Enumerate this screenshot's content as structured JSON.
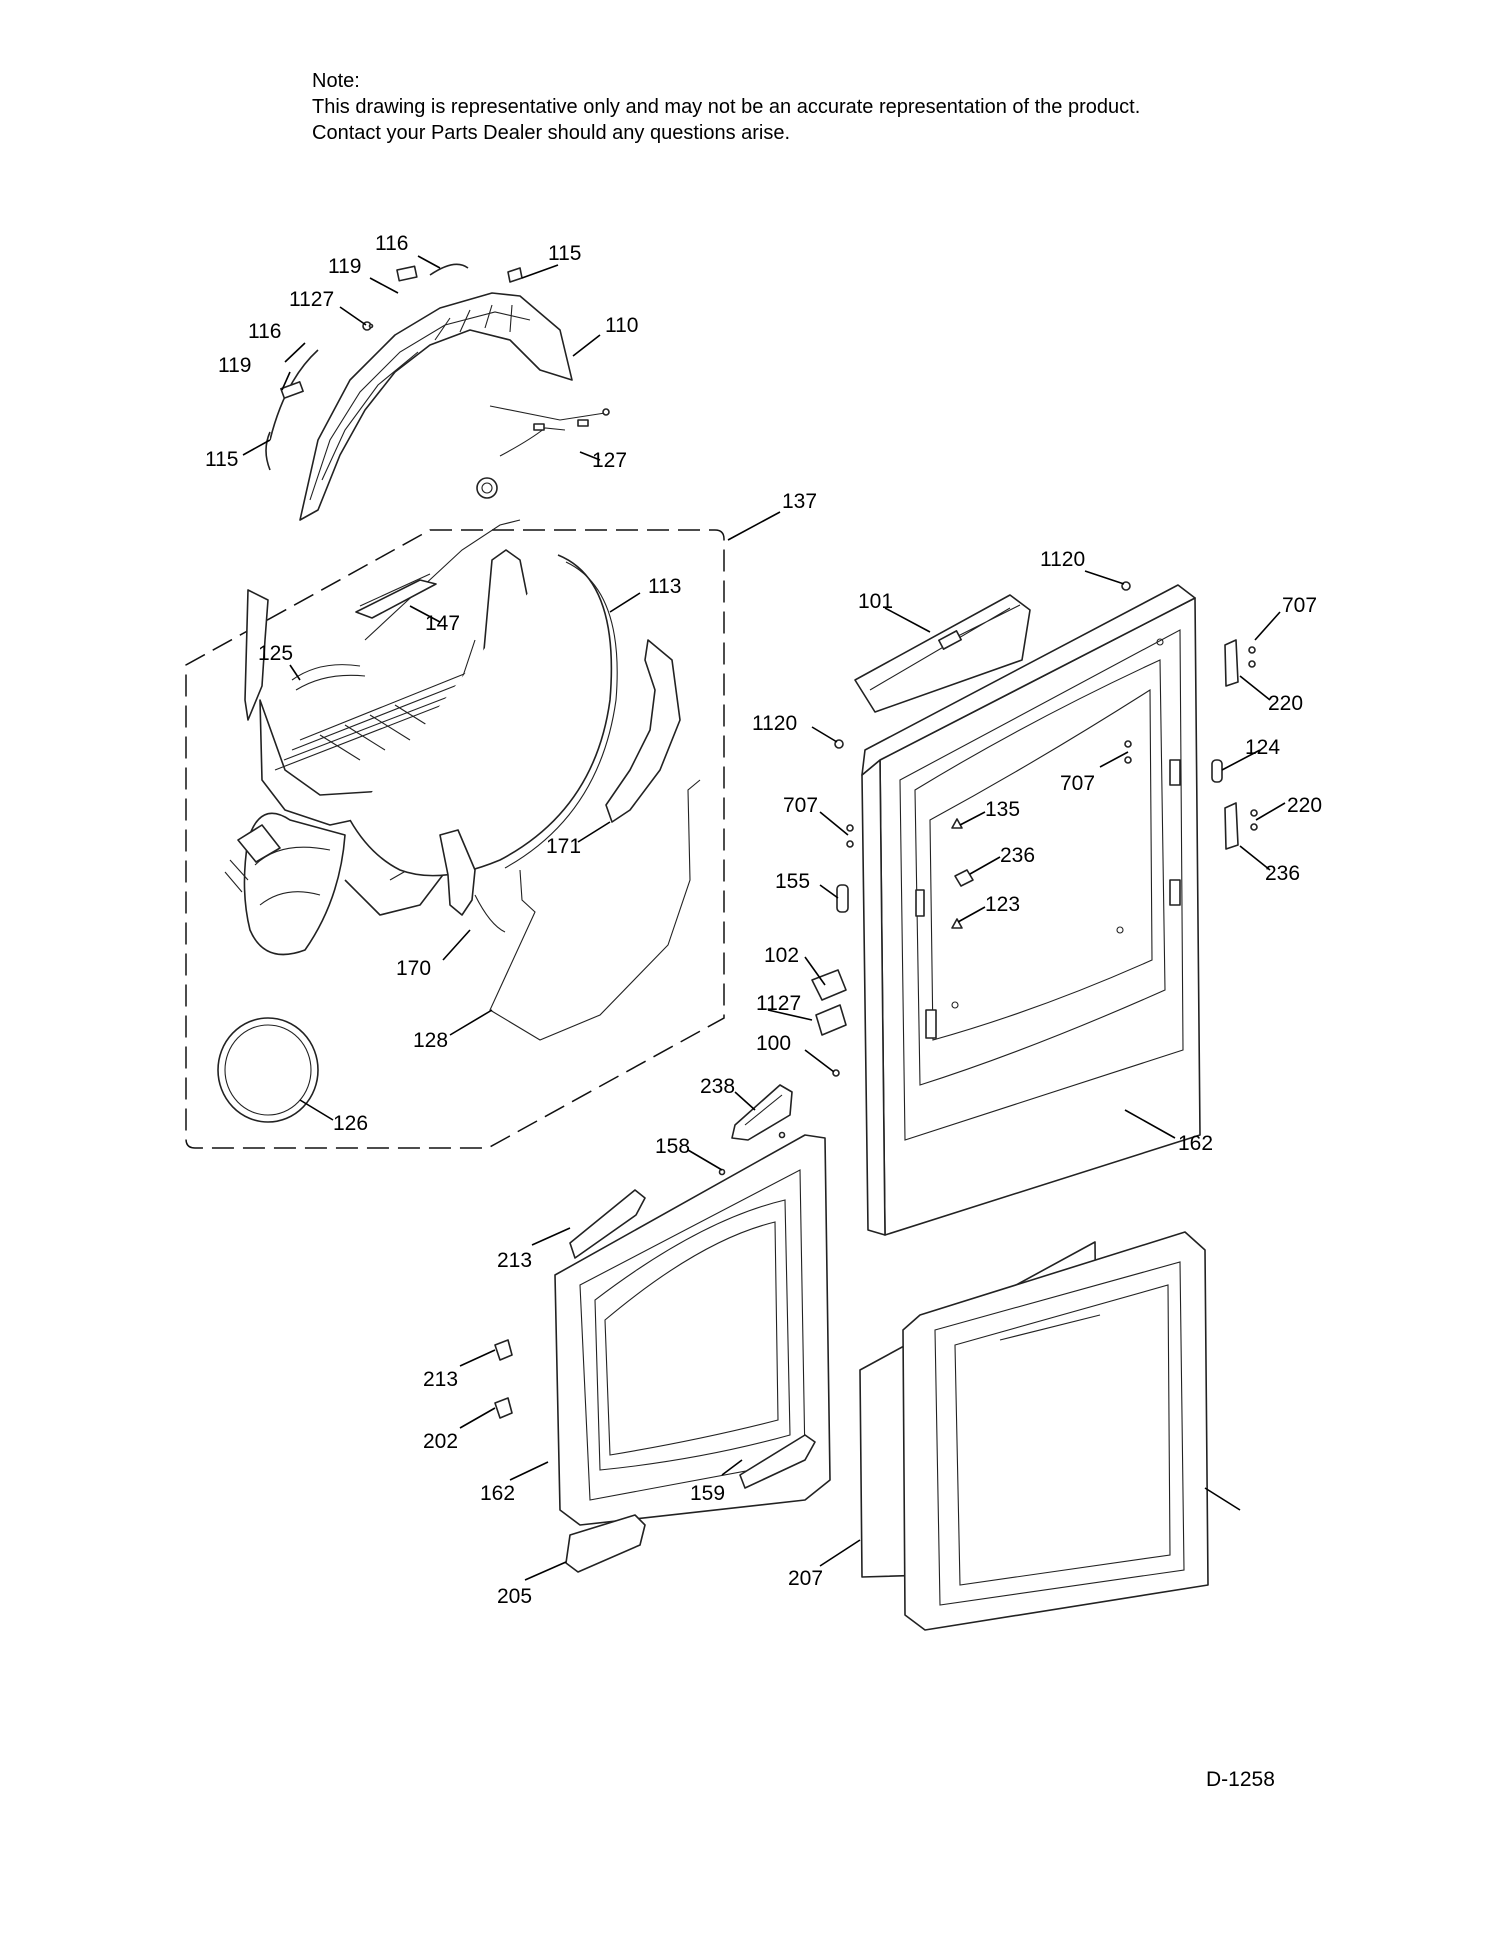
{
  "note": {
    "heading": "Note:",
    "line1": "This drawing is representative only and may not be an accurate representation of the product.",
    "line2": "Contact your Parts Dealer should any questions arise."
  },
  "diagram_id": "D-1258",
  "callouts": [
    "116",
    "115",
    "119",
    "1127",
    "110",
    "116",
    "119",
    "115",
    "127",
    "137",
    "113",
    "147",
    "125",
    "171",
    "170",
    "128",
    "126",
    "1120",
    "101",
    "707",
    "220",
    "1120",
    "124",
    "707",
    "707",
    "220",
    "236",
    "135",
    "236",
    "123",
    "155",
    "102",
    "1127",
    "100",
    "162",
    "238",
    "158",
    "213",
    "213",
    "202",
    "162",
    "159",
    "205",
    "207"
  ]
}
